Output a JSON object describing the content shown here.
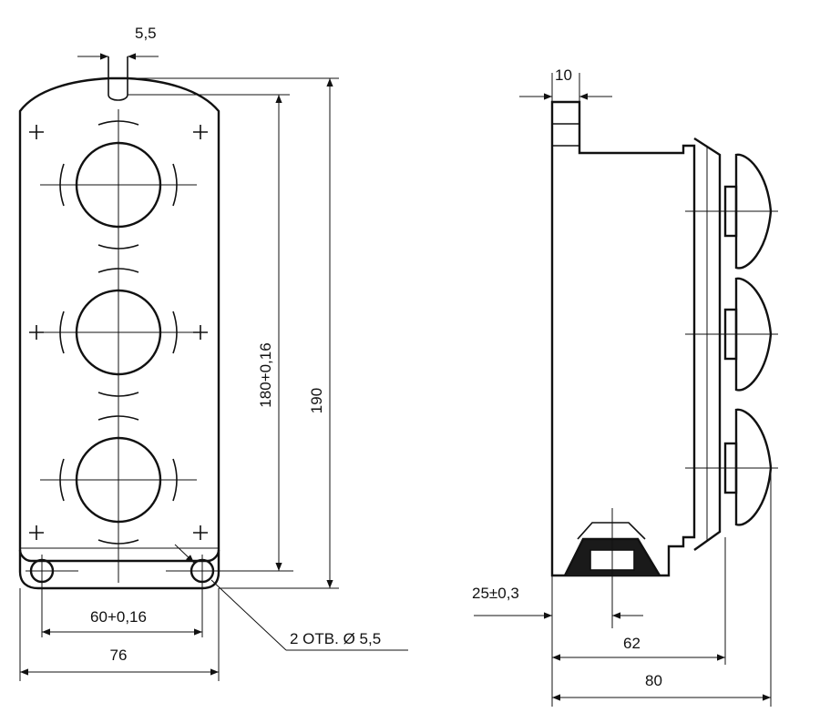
{
  "dimensions": {
    "hole_width": "5,5",
    "mount_spacing": "180+0,16",
    "overall_height": "190",
    "hole_spacing_horizontal": "60+0,16",
    "overall_width": "76",
    "holes_callout": "2 ОТВ. Ø 5,5",
    "flange_thickness": "10",
    "base_offset": "25±0,3",
    "depth_body": "62",
    "depth_overall": "80"
  },
  "colors": {
    "line": "#111111",
    "background": "#ffffff"
  }
}
